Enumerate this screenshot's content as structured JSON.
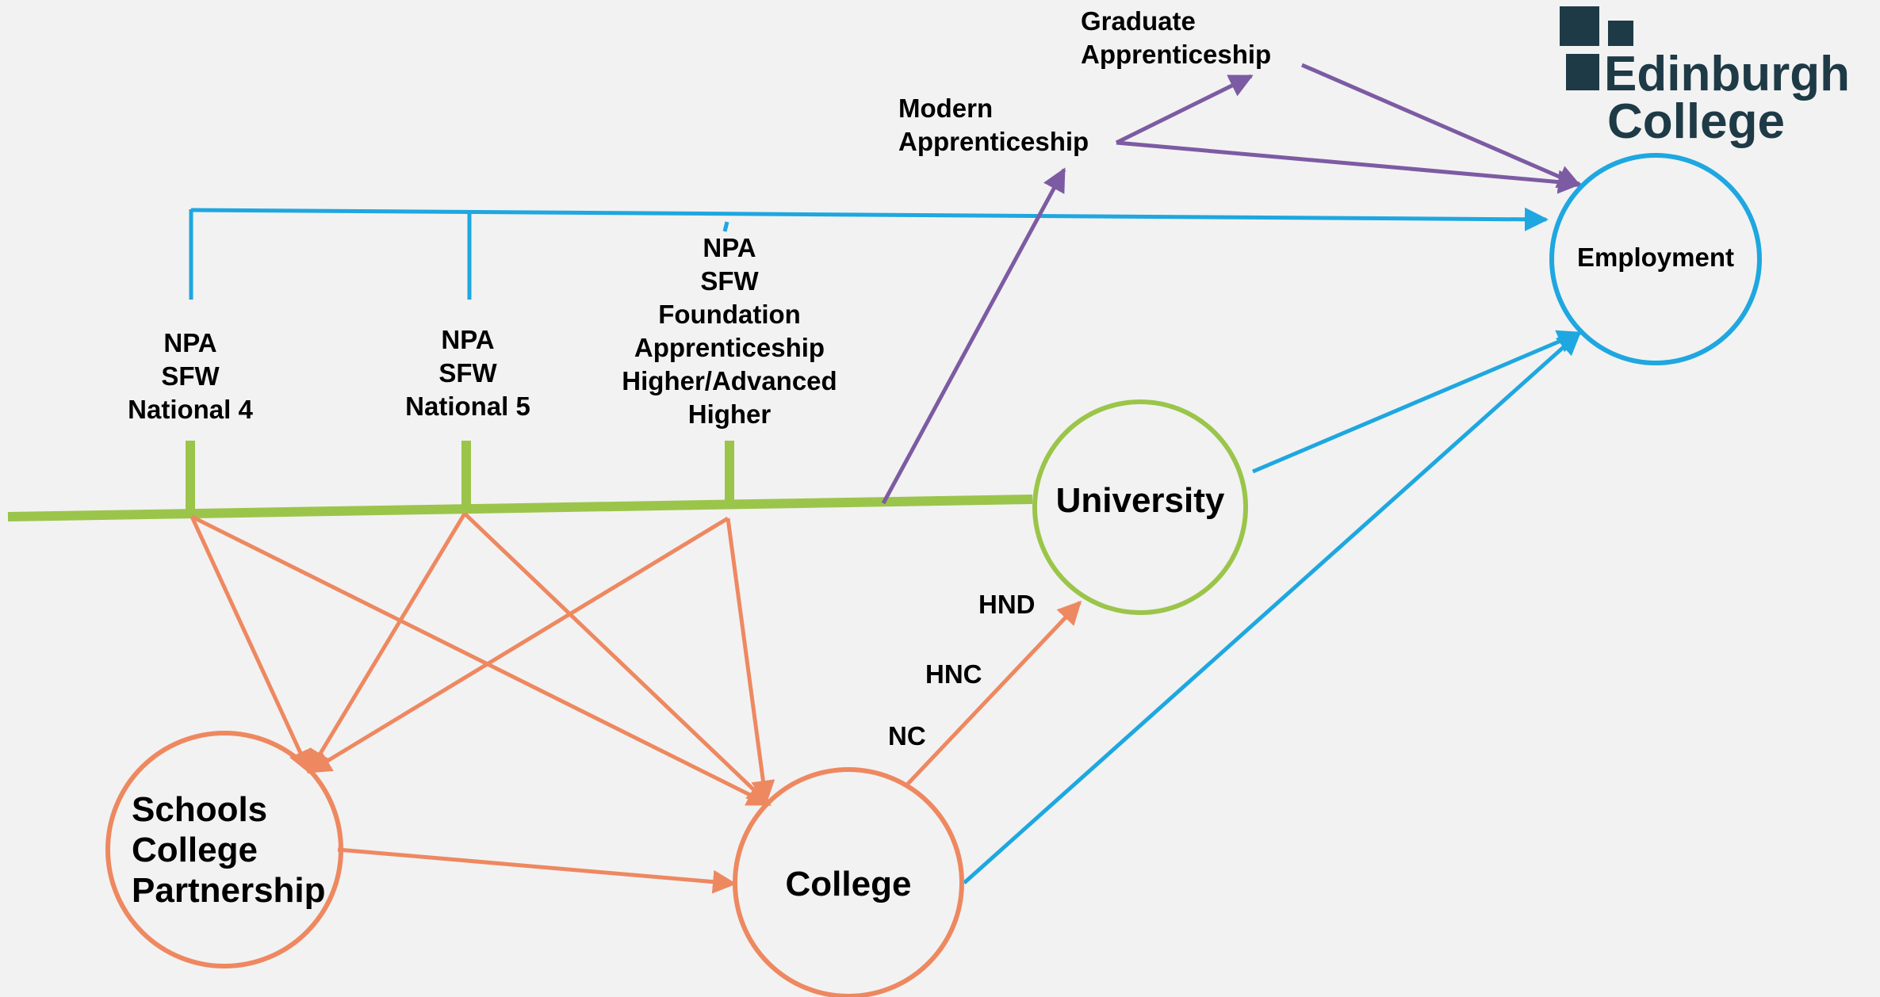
{
  "brand": {
    "line1": "Edinburgh",
    "line2": "College",
    "color": "#1e3a46"
  },
  "colors": {
    "blue": "#1ea7e0",
    "green": "#9bc54a",
    "orange": "#ee8860",
    "purple": "#7c5ba3",
    "text": "#000000",
    "background": "#f2f2f2"
  },
  "qualifications": {
    "level4": [
      "NPA",
      "SFW",
      "National 4"
    ],
    "level5": [
      "NPA",
      "SFW",
      "National 5"
    ],
    "level6": [
      "NPA",
      "SFW",
      "Foundation",
      "Apprenticeship",
      "Higher/Advanced",
      "Higher"
    ]
  },
  "apprenticeships": {
    "graduate": [
      "Graduate",
      "Apprenticeship"
    ],
    "modern": [
      "Modern",
      "Apprenticeship"
    ]
  },
  "nodes": {
    "employment": "Employment",
    "university": "University",
    "college": "College",
    "schools": [
      "Schools",
      "College",
      "Partnership"
    ]
  },
  "progression": {
    "nc": "NC",
    "hnc": "HNC",
    "hnd": "HND"
  }
}
